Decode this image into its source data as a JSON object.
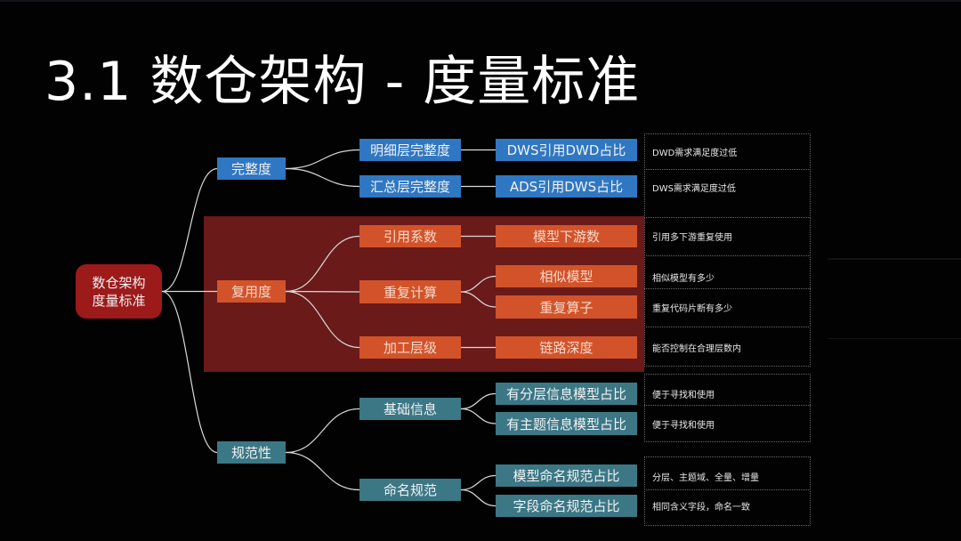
{
  "title": "3.1 数仓架构 - 度量标准",
  "colors": {
    "root": "#9c1a1a",
    "completeness": "#2f77c2",
    "reuse": "#d2532a",
    "reuse_zone": "#6a1a19",
    "standard": "#3b7785"
  },
  "root": {
    "line1": "数仓架构",
    "line2": "度量标准"
  },
  "branches": {
    "completeness": {
      "label": "完整度",
      "children": [
        {
          "label": "明细层完整度",
          "metric": "DWS引用DWD占比",
          "note": "DWD需求满足度过低"
        },
        {
          "label": "汇总层完整度",
          "metric": "ADS引用DWS占比",
          "note": "DWS需求满足度过低"
        }
      ]
    },
    "reuse": {
      "label": "复用度",
      "children": [
        {
          "label": "引用系数",
          "metric": "模型下游数",
          "note": "引用多下游重复使用"
        },
        {
          "label": "重复计算",
          "metrics": [
            {
              "metric": "相似模型",
              "note": "相似模型有多少"
            },
            {
              "metric": "重复算子",
              "note": "重复代码片断有多少"
            }
          ]
        },
        {
          "label": "加工层级",
          "metric": "链路深度",
          "note": "能否控制在合理层数内"
        }
      ]
    },
    "standard": {
      "label": "规范性",
      "children": [
        {
          "label": "基础信息",
          "metrics": [
            {
              "metric": "有分层信息模型占比",
              "note": "便于寻找和使用"
            },
            {
              "metric": "有主题信息模型占比",
              "note": "便于寻找和使用"
            }
          ]
        },
        {
          "label": "命名规范",
          "metrics": [
            {
              "metric": "模型命名规范占比",
              "note": "分层、主题域、全量、增量"
            },
            {
              "metric": "字段命名规范占比",
              "note": "相同含义字段，命名一致"
            }
          ]
        }
      ]
    }
  }
}
